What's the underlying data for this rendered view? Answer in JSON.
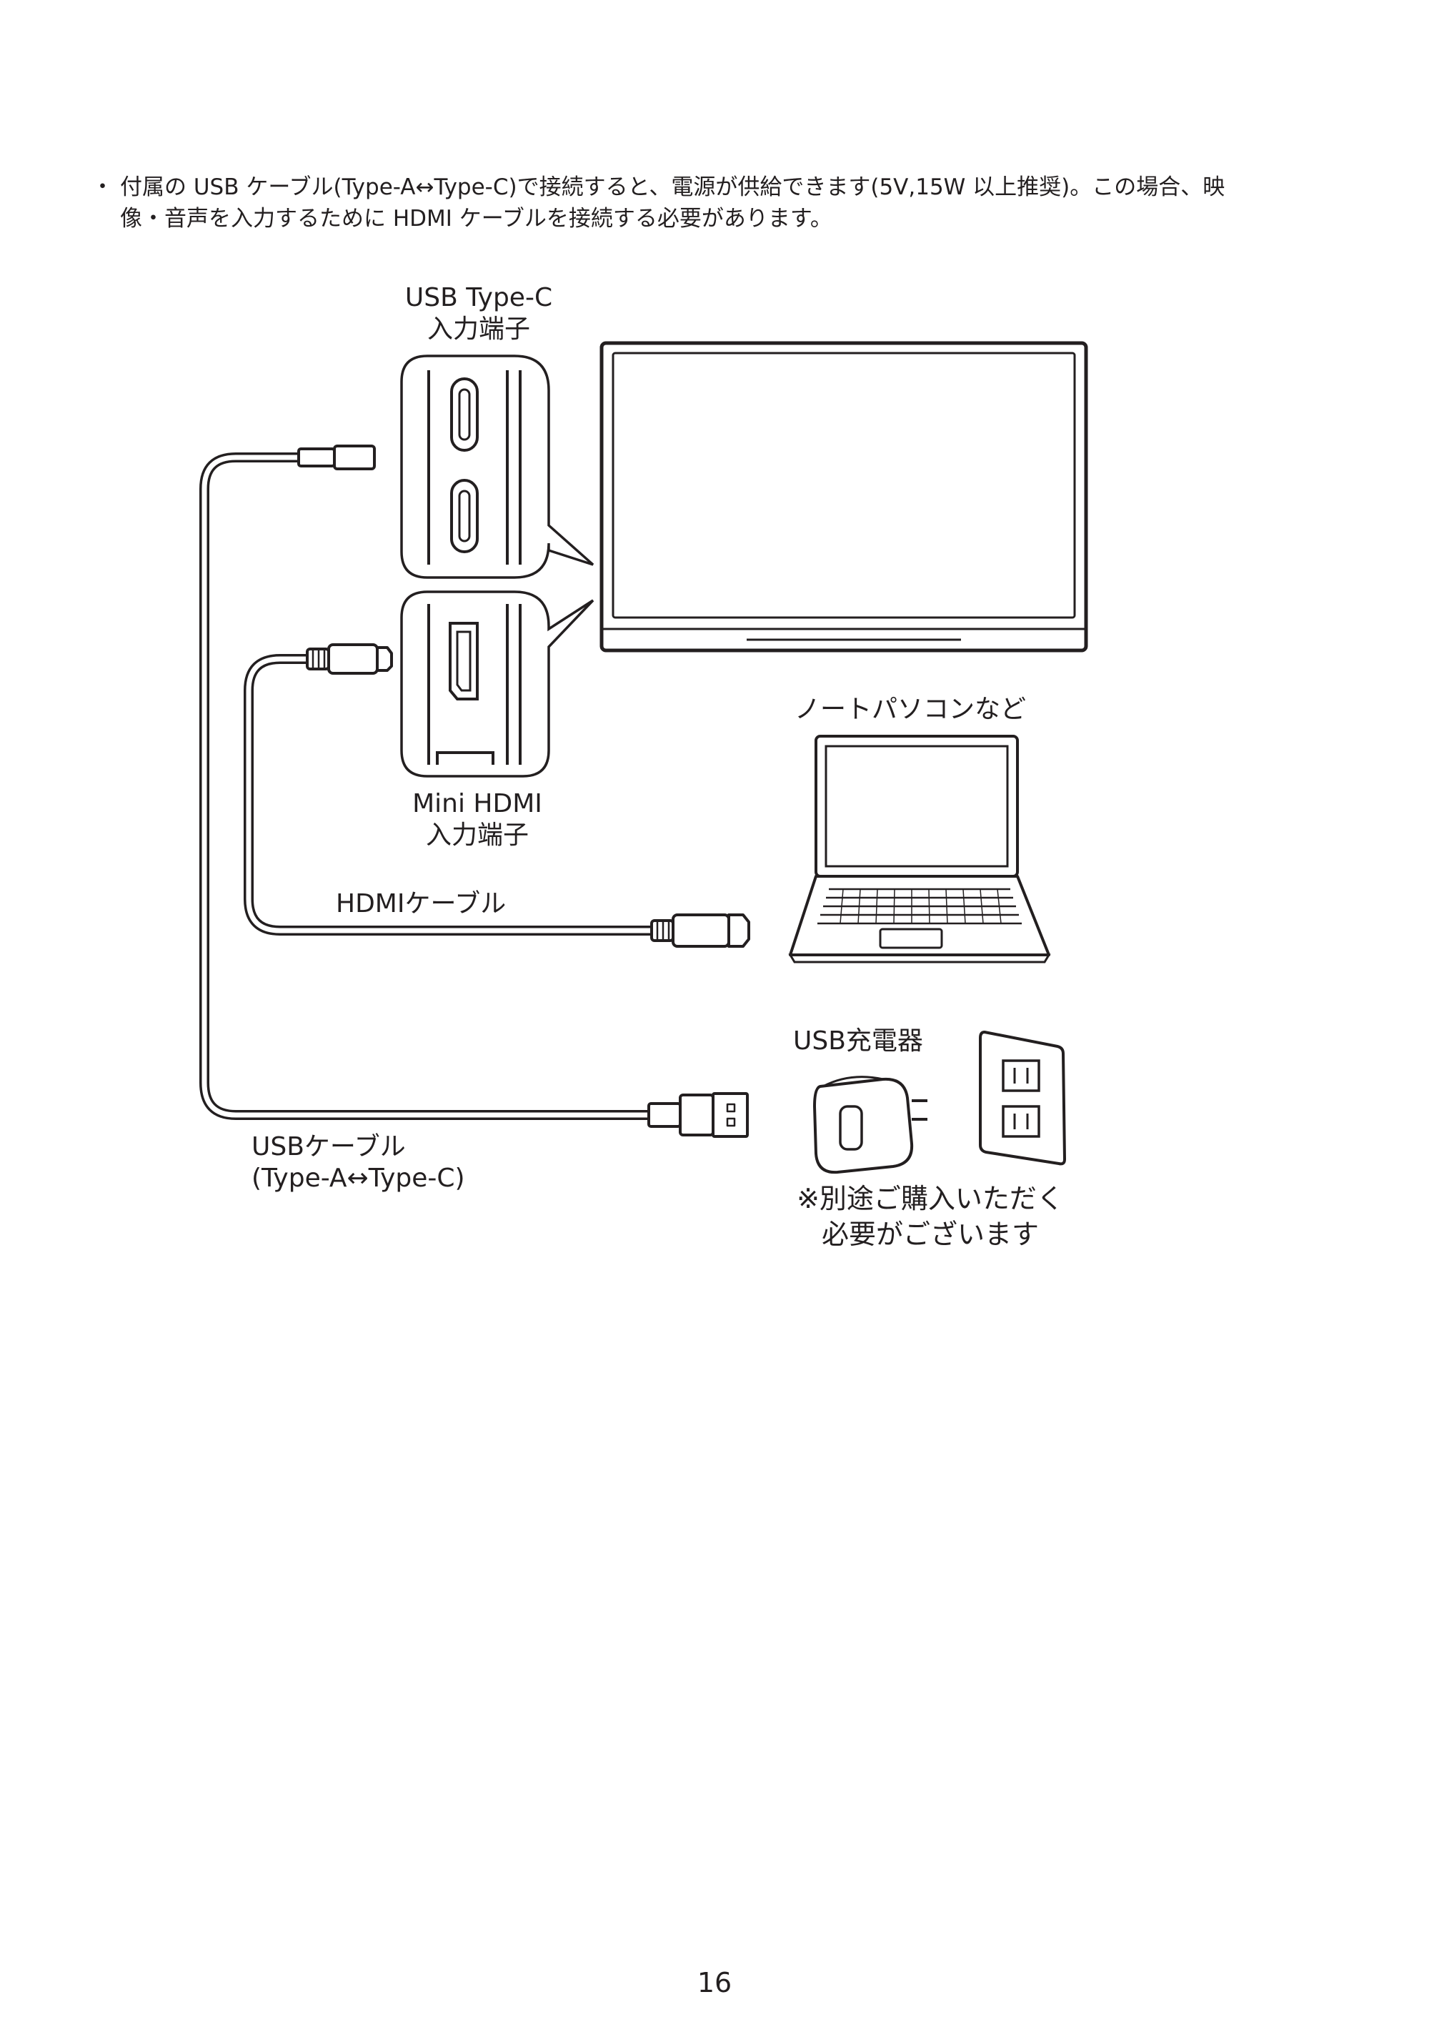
{
  "note": {
    "bullet": "・",
    "lines": [
      "付属の USB ケーブル(Type-A↔Type-C)で接続すると、電源が供給できます(5V,15W 以上推奨)。この場合、映",
      "像・音声を入力するために HDMI ケーブルを接続する必要があります。"
    ]
  },
  "diagram": {
    "usb_port_label": [
      "USB Type-C",
      "入力端子"
    ],
    "hdmi_port_label": [
      "Mini HDMI",
      "入力端子"
    ],
    "laptop_label": "ノートパソコンなど",
    "hdmi_cable_label": "HDMIケーブル",
    "charger_label": "USB充電器",
    "usb_cable_label": [
      "USBケーブル",
      "(Type-A↔Type-C)"
    ],
    "separate_purchase_note": [
      "※別途ご購入いただく",
      "必要がございます"
    ]
  },
  "page_number": "16"
}
